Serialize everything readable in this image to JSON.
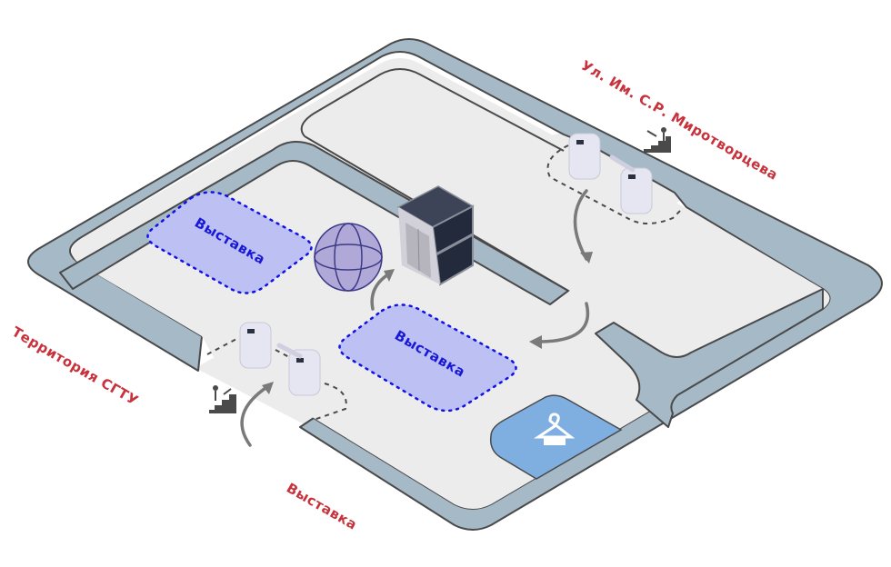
{
  "diagram": {
    "title": "",
    "labels": {
      "street": "Ул. Им. С.Р. Миротворцева",
      "territory": "Территория СГТУ",
      "exhibition_outside": "Выставка"
    },
    "zones": [
      {
        "id": "exhibition-zone-1",
        "label": "Выставка"
      },
      {
        "id": "exhibition-zone-2",
        "label": "Выставка"
      }
    ],
    "icons": {
      "globe": "globe-icon",
      "elevator": "elevator-icon",
      "wardrobe": "coat-hanger-icon",
      "entrance_stairs": "stairs-person-icon",
      "turnstile": "turnstile-icon"
    },
    "colors": {
      "wall": "#a6b9c7",
      "floor": "#ebeceb",
      "outline": "#4a4a4a",
      "zone_fill": "#bcc0f2",
      "zone_border": "#1010e8",
      "zone_text": "#1818d6",
      "label_red": "#c8323c",
      "wardrobe": "#7fafe0",
      "globe": "#b0a8d6",
      "arrow": "#7a7a7a"
    }
  }
}
